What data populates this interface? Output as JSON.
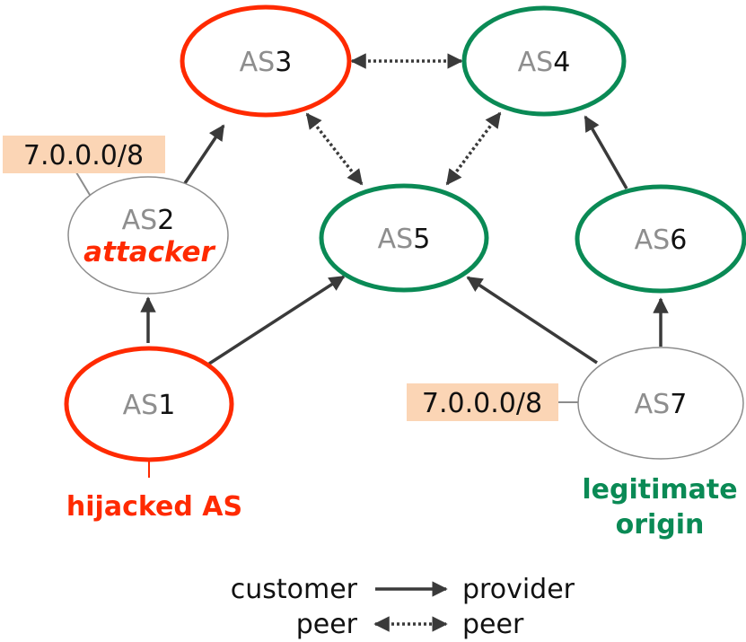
{
  "colors": {
    "attack_red": "#ff2a00",
    "legit_green": "#0a8a55",
    "neutral_stroke": "#8c8c8c",
    "arrow": "#3a3a3a",
    "prefix_box": "#fbd5b5"
  },
  "nodes": {
    "as1": {
      "prefix": "AS",
      "num": "1",
      "status": "hijacked"
    },
    "as2": {
      "prefix": "AS",
      "num": "2",
      "status": "attacker",
      "role": "attacker"
    },
    "as3": {
      "prefix": "AS",
      "num": "3",
      "status": "hijacked"
    },
    "as4": {
      "prefix": "AS",
      "num": "4",
      "status": "legitimate"
    },
    "as5": {
      "prefix": "AS",
      "num": "5",
      "status": "legitimate"
    },
    "as6": {
      "prefix": "AS",
      "num": "6",
      "status": "legitimate"
    },
    "as7": {
      "prefix": "AS",
      "num": "7",
      "status": "origin"
    }
  },
  "prefix_announcements": {
    "attacker": "7.0.0.0/8",
    "origin": "7.0.0.0/8"
  },
  "labels": {
    "hijacked": "hijacked AS",
    "legit_line1": "legitimate",
    "legit_line2": "origin"
  },
  "edges": [
    {
      "from": "AS1",
      "to": "AS2",
      "type": "customer-provider"
    },
    {
      "from": "AS1",
      "to": "AS5",
      "type": "customer-provider"
    },
    {
      "from": "AS2",
      "to": "AS3",
      "type": "customer-provider"
    },
    {
      "from": "AS6",
      "to": "AS4",
      "type": "customer-provider"
    },
    {
      "from": "AS7",
      "to": "AS6",
      "type": "customer-provider"
    },
    {
      "from": "AS7",
      "to": "AS5",
      "type": "customer-provider"
    },
    {
      "from": "AS3",
      "to": "AS4",
      "type": "peer"
    },
    {
      "from": "AS3",
      "to": "AS5",
      "type": "peer"
    },
    {
      "from": "AS4",
      "to": "AS5",
      "type": "peer"
    }
  ],
  "legend": {
    "customer": "customer",
    "provider": "provider",
    "peer_left": "peer",
    "peer_right": "peer"
  }
}
